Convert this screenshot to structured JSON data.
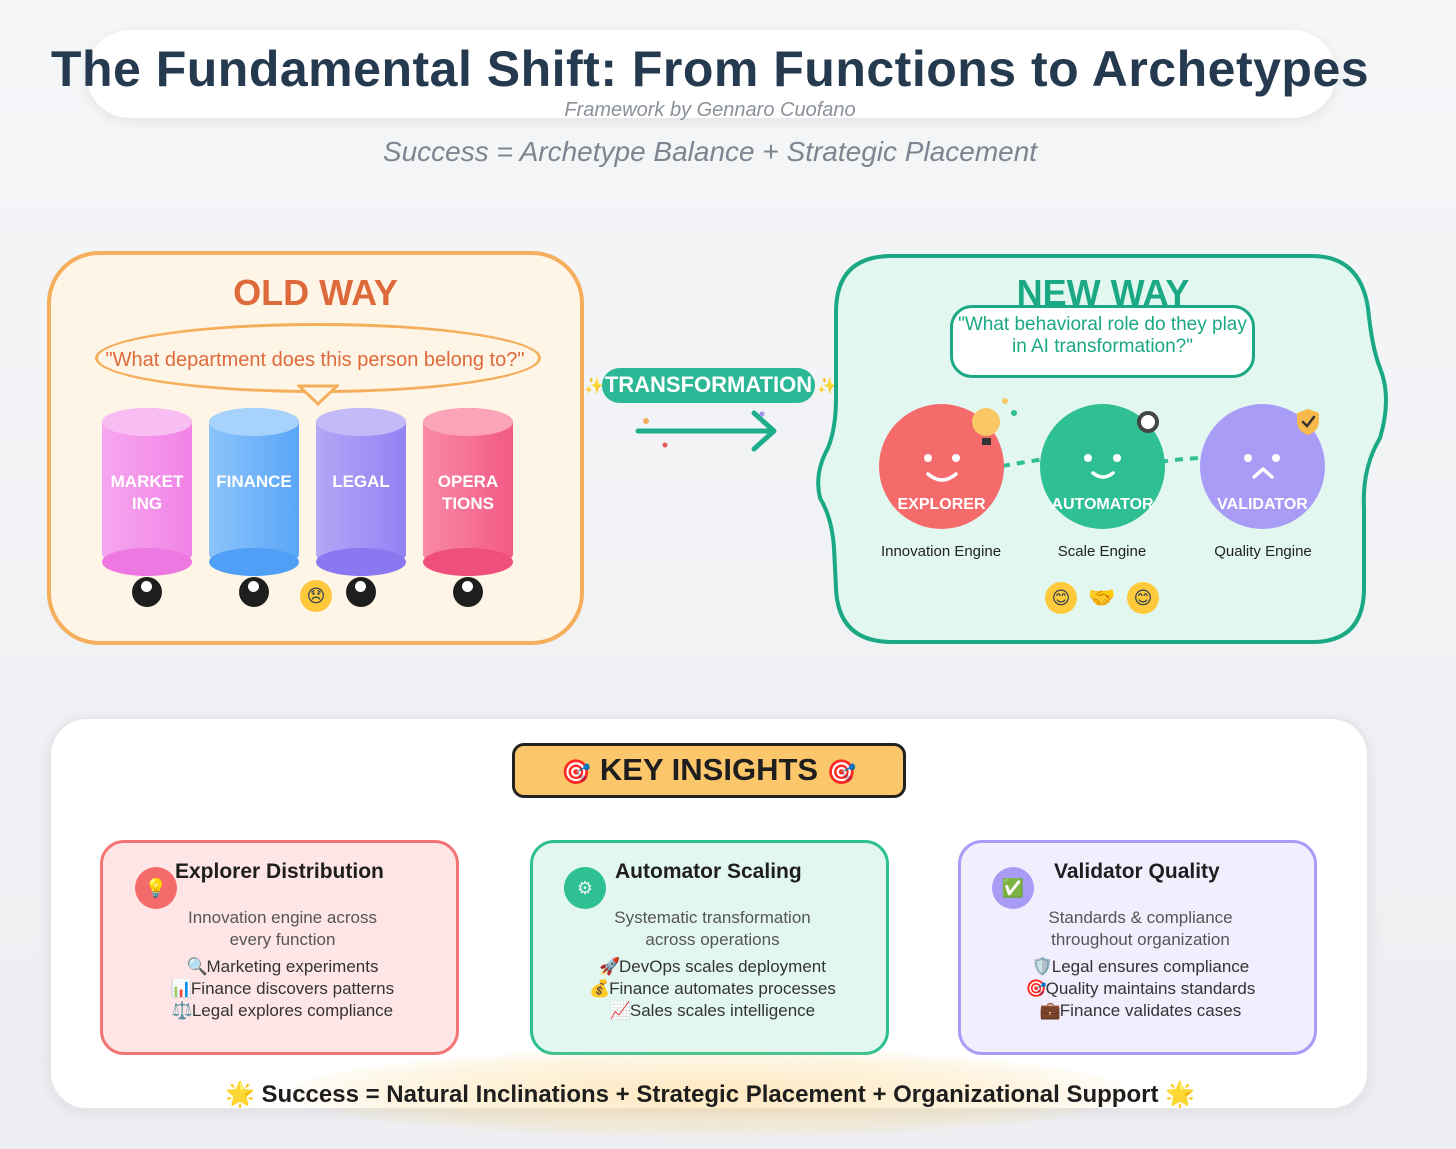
{
  "header": {
    "title": "The Fundamental Shift: From Functions to Archetypes",
    "credit": "Framework by Gennaro Cuofano",
    "formula": "Success = Archetype Balance + Strategic Placement"
  },
  "old_way": {
    "title": "OLD WAY",
    "question": "\"What department does this person belong to?\"",
    "departments": [
      {
        "label_line1": "MARKET",
        "label_line2": "ING",
        "color": "#f79bec"
      },
      {
        "label_line1": "FINANCE",
        "label_line2": "",
        "color": "#78b8fb"
      },
      {
        "label_line1": "LEGAL",
        "label_line2": "",
        "color": "#a596f5"
      },
      {
        "label_line1": "OPERA",
        "label_line2": "TIONS",
        "color": "#f76d92"
      }
    ],
    "sad_emoji": "😞"
  },
  "transformation": {
    "label": "TRANSFORMATION",
    "sparkle": "✨"
  },
  "new_way": {
    "title": "NEW WAY",
    "question_line1": "\"What behavioral role do they play",
    "question_line2": "in AI transformation?\"",
    "archetypes": [
      {
        "name": "EXPLORER",
        "engine": "Innovation Engine",
        "color": "#f56b6b"
      },
      {
        "name": "AUTOMATOR",
        "engine": "Scale Engine",
        "color": "#2ebf93"
      },
      {
        "name": "VALIDATOR",
        "engine": "Quality Engine",
        "color": "#a99cf6"
      }
    ],
    "emojis": [
      "😊",
      "🤝",
      "😊"
    ],
    "check_glyph": "✓"
  },
  "insights": {
    "title": "KEY INSIGHTS",
    "title_icon": "🎯",
    "cards": [
      {
        "title": "Explorer Distribution",
        "icon": "💡",
        "desc_line1": "Innovation engine across",
        "desc_line2": "every function",
        "items": [
          {
            "glyph": "🔍",
            "text": "Marketing experiments"
          },
          {
            "glyph": "📊",
            "text": "Finance discovers patterns"
          },
          {
            "glyph": "⚖️",
            "text": "Legal explores compliance"
          }
        ],
        "border": "#f27474",
        "bg": "#ffe6e6",
        "icon_bg": "#f56b6b"
      },
      {
        "title": "Automator Scaling",
        "icon": "⚙",
        "desc_line1": "Systematic transformation",
        "desc_line2": "across operations",
        "items": [
          {
            "glyph": "🚀",
            "text": "DevOps scales deployment"
          },
          {
            "glyph": "💰",
            "text": "Finance automates processes"
          },
          {
            "glyph": "📈",
            "text": "Sales scales intelligence"
          }
        ],
        "border": "#2ebf93",
        "bg": "#e3f7f1",
        "icon_bg": "#2ebf93"
      },
      {
        "title": "Validator Quality",
        "icon": "✅",
        "desc_line1": "Standards & compliance",
        "desc_line2": "throughout organization",
        "items": [
          {
            "glyph": "🛡️",
            "text": "Legal ensures compliance"
          },
          {
            "glyph": "🎯",
            "text": "Quality maintains standards"
          },
          {
            "glyph": "💼",
            "text": "Finance validates cases"
          }
        ],
        "border": "#a99cf6",
        "bg": "#f1eefe",
        "icon_bg": "#a99cf6"
      }
    ],
    "footer": "Success = Natural Inclinations + Strategic Placement + Organizational Support",
    "footer_glyph": "🌟"
  }
}
